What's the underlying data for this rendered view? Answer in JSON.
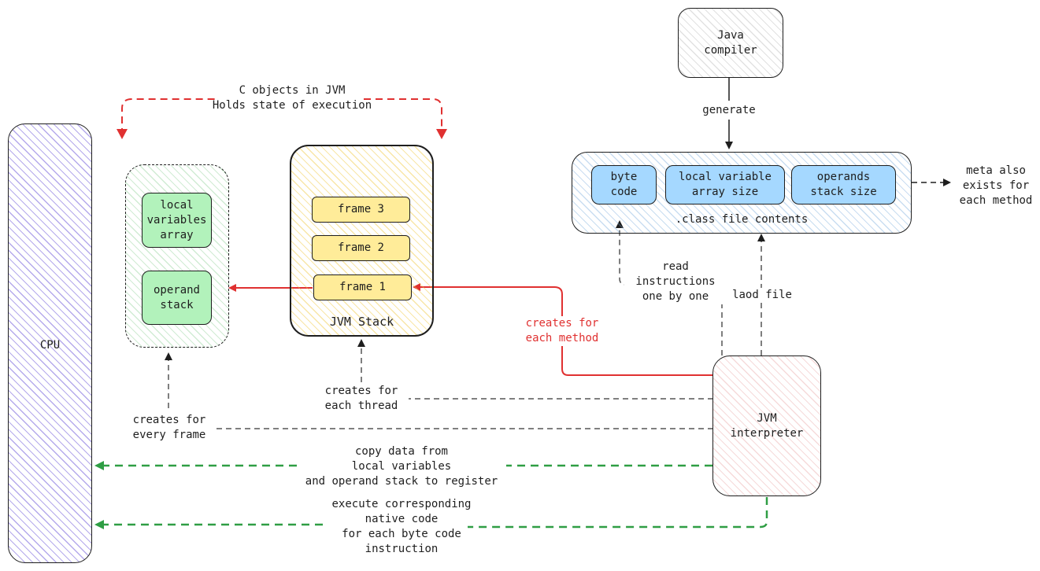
{
  "cpu": {
    "label": "CPU"
  },
  "jvm_objects_note": "C objects in JVM\nHolds state of execution",
  "frame_box": {
    "local_variables": "local\nvariables\narray",
    "operand_stack": "operand\nstack"
  },
  "jvm_stack": {
    "title": "JVM Stack",
    "frames": [
      "frame 3",
      "frame 2",
      "frame 1"
    ]
  },
  "java_compiler": "Java\ncompiler",
  "generate_label": "generate",
  "class_file": {
    "title": ".class file contents",
    "items": [
      "byte\ncode",
      "local variable\narray size",
      "operands\nstack size"
    ]
  },
  "meta_note": "meta also\nexists for\neach method",
  "read_instructions_label": "read\ninstructions\none by one",
  "load_file_label": "laod file",
  "creates_for_each_method_label": "creates for\neach method",
  "creates_for_each_thread_label": "creates for\neach thread",
  "creates_for_every_frame_label": "creates for\nevery frame",
  "interpreter": "JVM\ninterpreter",
  "copy_data_label": "copy data from\nlocal variables\nand operand stack to register",
  "execute_label": "execute corresponding\nnative code\nfor each byte code\ninstruction",
  "colors": {
    "stroke": "#1e1e1e",
    "red": "#e03131",
    "green": "#2f9e44",
    "grey": "#555555"
  }
}
